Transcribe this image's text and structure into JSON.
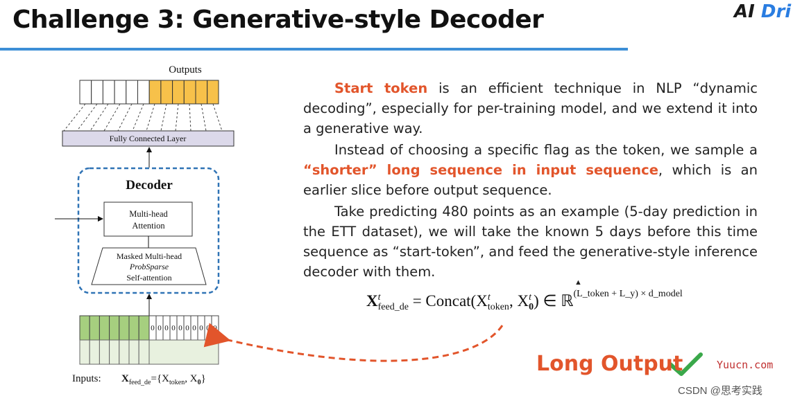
{
  "header": {
    "title": "Challenge 3: Generative-style Decoder",
    "logo_text": "AI ",
    "logo_accent": "Dri"
  },
  "diagram": {
    "outputs_label": "Outputs",
    "fc_layer_label": "Fully Connected Layer",
    "decoder_label": "Decoder",
    "mha_line1": "Multi-head",
    "mha_line2": "Attention",
    "masked_line1": "Masked Multi-head",
    "masked_line2": "ProbSparse",
    "masked_line3": "Self-attention",
    "zero": "0",
    "inputs_label": "Inputs:",
    "inputs_formula_x": "X",
    "inputs_formula_sub": "feed_de",
    "inputs_formula_eq": "={X",
    "inputs_formula_token": "token",
    "inputs_formula_rest": ", X",
    "inputs_formula_zero": "0",
    "inputs_formula_close": "}"
  },
  "text": {
    "p1_highlight": "Start token",
    "p1_rest": " is an efficient technique in NLP “dynamic decoding”, especially for per-training model, and we extend it into a generative way.",
    "p2_start": "Instead of choosing a specific flag as the token, we sample a ",
    "p2_highlight": "“shorter” long sequence in input sequence",
    "p2_end": ", which is an earlier slice before output sequence.",
    "p3": "Take predicting 480 points as an example (5-day prediction in the ETT dataset), we will take the known 5 days before this time sequence as “start-token”, and feed the generative-style inference decoder with them."
  },
  "formula": {
    "lhs": "X",
    "lhs_sub": "feed_de",
    "t": "t",
    "eq": " = Concat(X",
    "token_sub": "token",
    "comma": ", X",
    "zero_sub": "0",
    "close": ") ∈ ℝ",
    "exponent": "(L_token + L_y) × d_model"
  },
  "callout": {
    "long_output": "Long Output",
    "check_icon": "check-icon"
  },
  "watermarks": {
    "site": "Yuucn.com",
    "csdn": "CSDN @思考实践"
  },
  "colors": {
    "accent_blue": "#3d8fd6",
    "highlight_red": "#e2552b",
    "output_orange": "#f7c14a",
    "input_green": "#a6cf7f",
    "input_light": "#e8f1df",
    "fc_layer": "#dcd9ea",
    "check_green": "#3aa84a"
  }
}
